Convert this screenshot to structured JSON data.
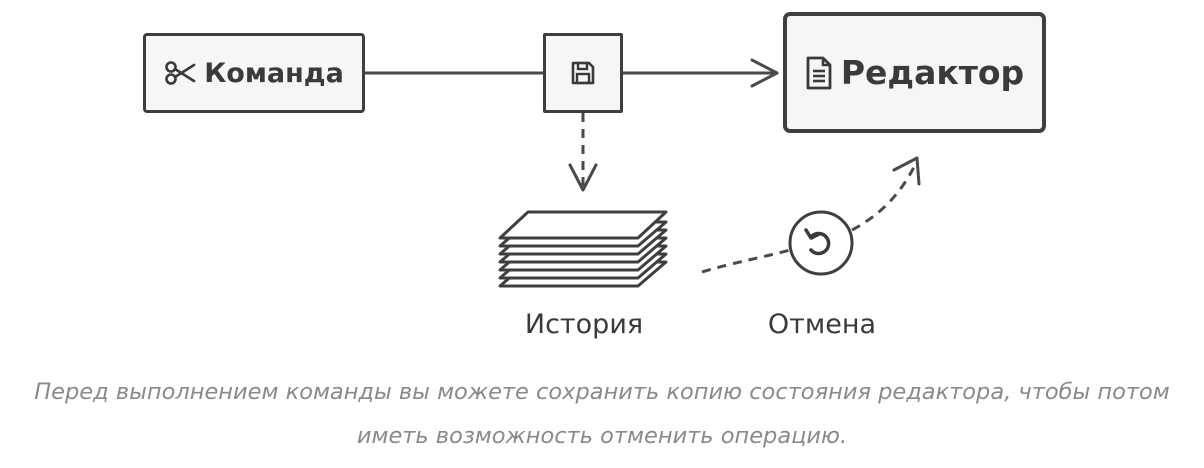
{
  "diagram": {
    "command_label": "Команда",
    "editor_label": "Редактор",
    "history_label": "История",
    "undo_label": "Отмена",
    "icons": {
      "command": "scissors-icon",
      "save": "floppy-disk-icon",
      "editor": "document-icon",
      "history": "paper-stack-icon",
      "undo": "undo-icon"
    },
    "colors": {
      "stroke": "#4a4a4a",
      "box_fill": "#f6f6f6",
      "caption": "#8a8a8a"
    }
  },
  "caption": {
    "line1": "Перед выполнением команды вы можете сохранить копию состояния редактора, чтобы потом",
    "line2": "иметь возможность отменить операцию."
  }
}
